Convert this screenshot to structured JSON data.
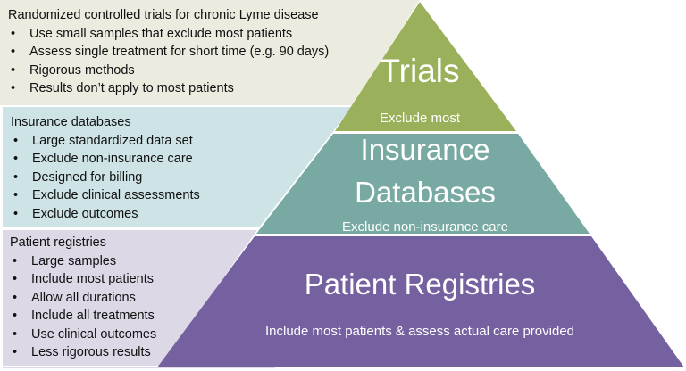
{
  "colors": {
    "trials_box_bg": "#ecebe0",
    "insurance_box_bg": "#cde3e6",
    "registries_box_bg": "#dcd8e6",
    "trials_tier": "#9bb05a",
    "insurance_tier": "#78aaa3",
    "registries_tier": "#7560a0",
    "tier_text": "#ffffff",
    "body_text": "#111111"
  },
  "boxes": {
    "trials": {
      "title": "Randomized controlled trials for chronic Lyme disease",
      "items": [
        "Use small samples that exclude most patients",
        "Assess single treatment for short time  (e.g. 90 days)",
        "Rigorous methods",
        "Results don’t apply to most patients"
      ]
    },
    "insurance": {
      "title": "Insurance databases",
      "items": [
        "Large standardized data set",
        "Exclude non-insurance care",
        "Designed for billing",
        "Exclude clinical assessments",
        "Exclude outcomes"
      ]
    },
    "registries": {
      "title": "Patient registries",
      "items": [
        "Large samples",
        "Include most patients",
        "Allow all durations",
        "Include all treatments",
        "Use clinical outcomes",
        "Less rigorous results"
      ]
    }
  },
  "pyramid": {
    "top": {
      "title": "Trials",
      "subtitle": "Exclude most"
    },
    "middle": {
      "title_line1": "Insurance",
      "title_line2": "Databases",
      "subtitle": "Exclude non-insurance care"
    },
    "bottom": {
      "title": "Patient Registries",
      "subtitle": "Include most patients & assess actual care provided"
    }
  }
}
